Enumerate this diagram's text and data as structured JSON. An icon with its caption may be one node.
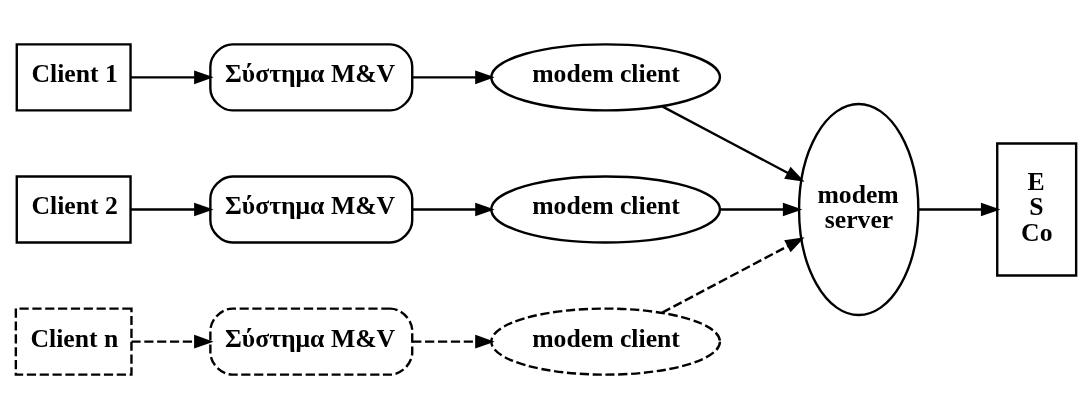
{
  "diagram": {
    "nodes": [
      {
        "text": [
          "Client 1"
        ]
      },
      {
        "text": [
          "Σύστημα M&V"
        ]
      },
      {
        "text": [
          "modem client"
        ]
      },
      {
        "text": [
          "Client 2"
        ]
      },
      {
        "text": [
          "Σύστημα M&V"
        ]
      },
      {
        "text": [
          "modem client"
        ]
      },
      {
        "text": [
          "Client n"
        ]
      },
      {
        "text": [
          "Σύστημα M&V"
        ]
      },
      {
        "text": [
          "modem client"
        ]
      },
      {
        "text": [
          "modem server"
        ]
      },
      {
        "text": [
          "E S Co"
        ]
      }
    ],
    "edges": [
      {
        "from": 0,
        "to": 1,
        "arrow": "to"
      },
      {
        "from": 1,
        "to": 2,
        "arrow": "to"
      },
      {
        "from": 2,
        "to": 9,
        "arrow": "to"
      },
      {
        "from": 3,
        "to": 4,
        "arrow": "to"
      },
      {
        "from": 4,
        "to": 5,
        "arrow": "to"
      },
      {
        "from": 5,
        "to": 9,
        "arrow": "to"
      },
      {
        "from": 6,
        "to": 7,
        "arrow": "to",
        "style": "dashed"
      },
      {
        "from": 7,
        "to": 8,
        "arrow": "to",
        "style": "dashed"
      },
      {
        "from": 8,
        "to": 9,
        "arrow": "to",
        "style": "dashed"
      },
      {
        "from": 9,
        "to": 10,
        "arrow": "to"
      }
    ]
  }
}
